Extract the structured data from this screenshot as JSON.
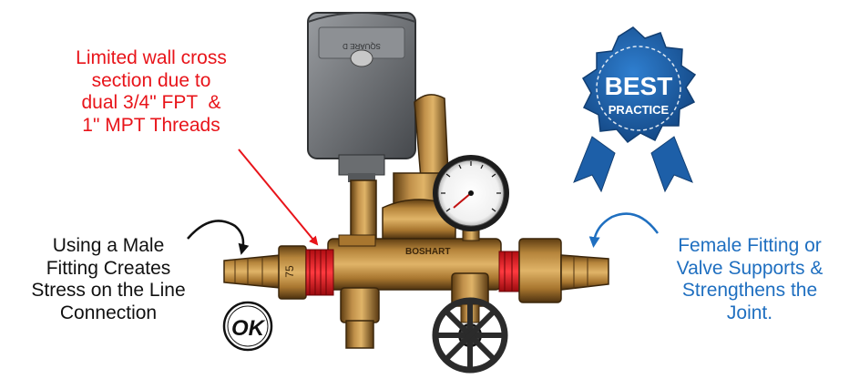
{
  "callouts": {
    "red_note": {
      "lines": [
        "Limited wall cross",
        "section due to",
        "dual 3/4\" FPT  &",
        "1\" MPT Threads"
      ],
      "color": "#e8141a"
    },
    "left_note": {
      "lines": [
        "Using a Male",
        "Fitting Creates",
        "Stress on the Line",
        "Connection"
      ],
      "color": "#111111"
    },
    "right_note": {
      "lines": [
        "Female Fitting or",
        "Valve Supports &",
        "Strengthens the",
        "Joint."
      ],
      "color": "#1f6fc0"
    }
  },
  "badge": {
    "line1": "BEST",
    "line2": "PRACTICE",
    "color": "#1d5fa8"
  },
  "stamp": {
    "label": "OK"
  },
  "assembly": {
    "body_mark": "BOSHART",
    "fitting_size": "75",
    "brass_color": "#a8762f"
  }
}
